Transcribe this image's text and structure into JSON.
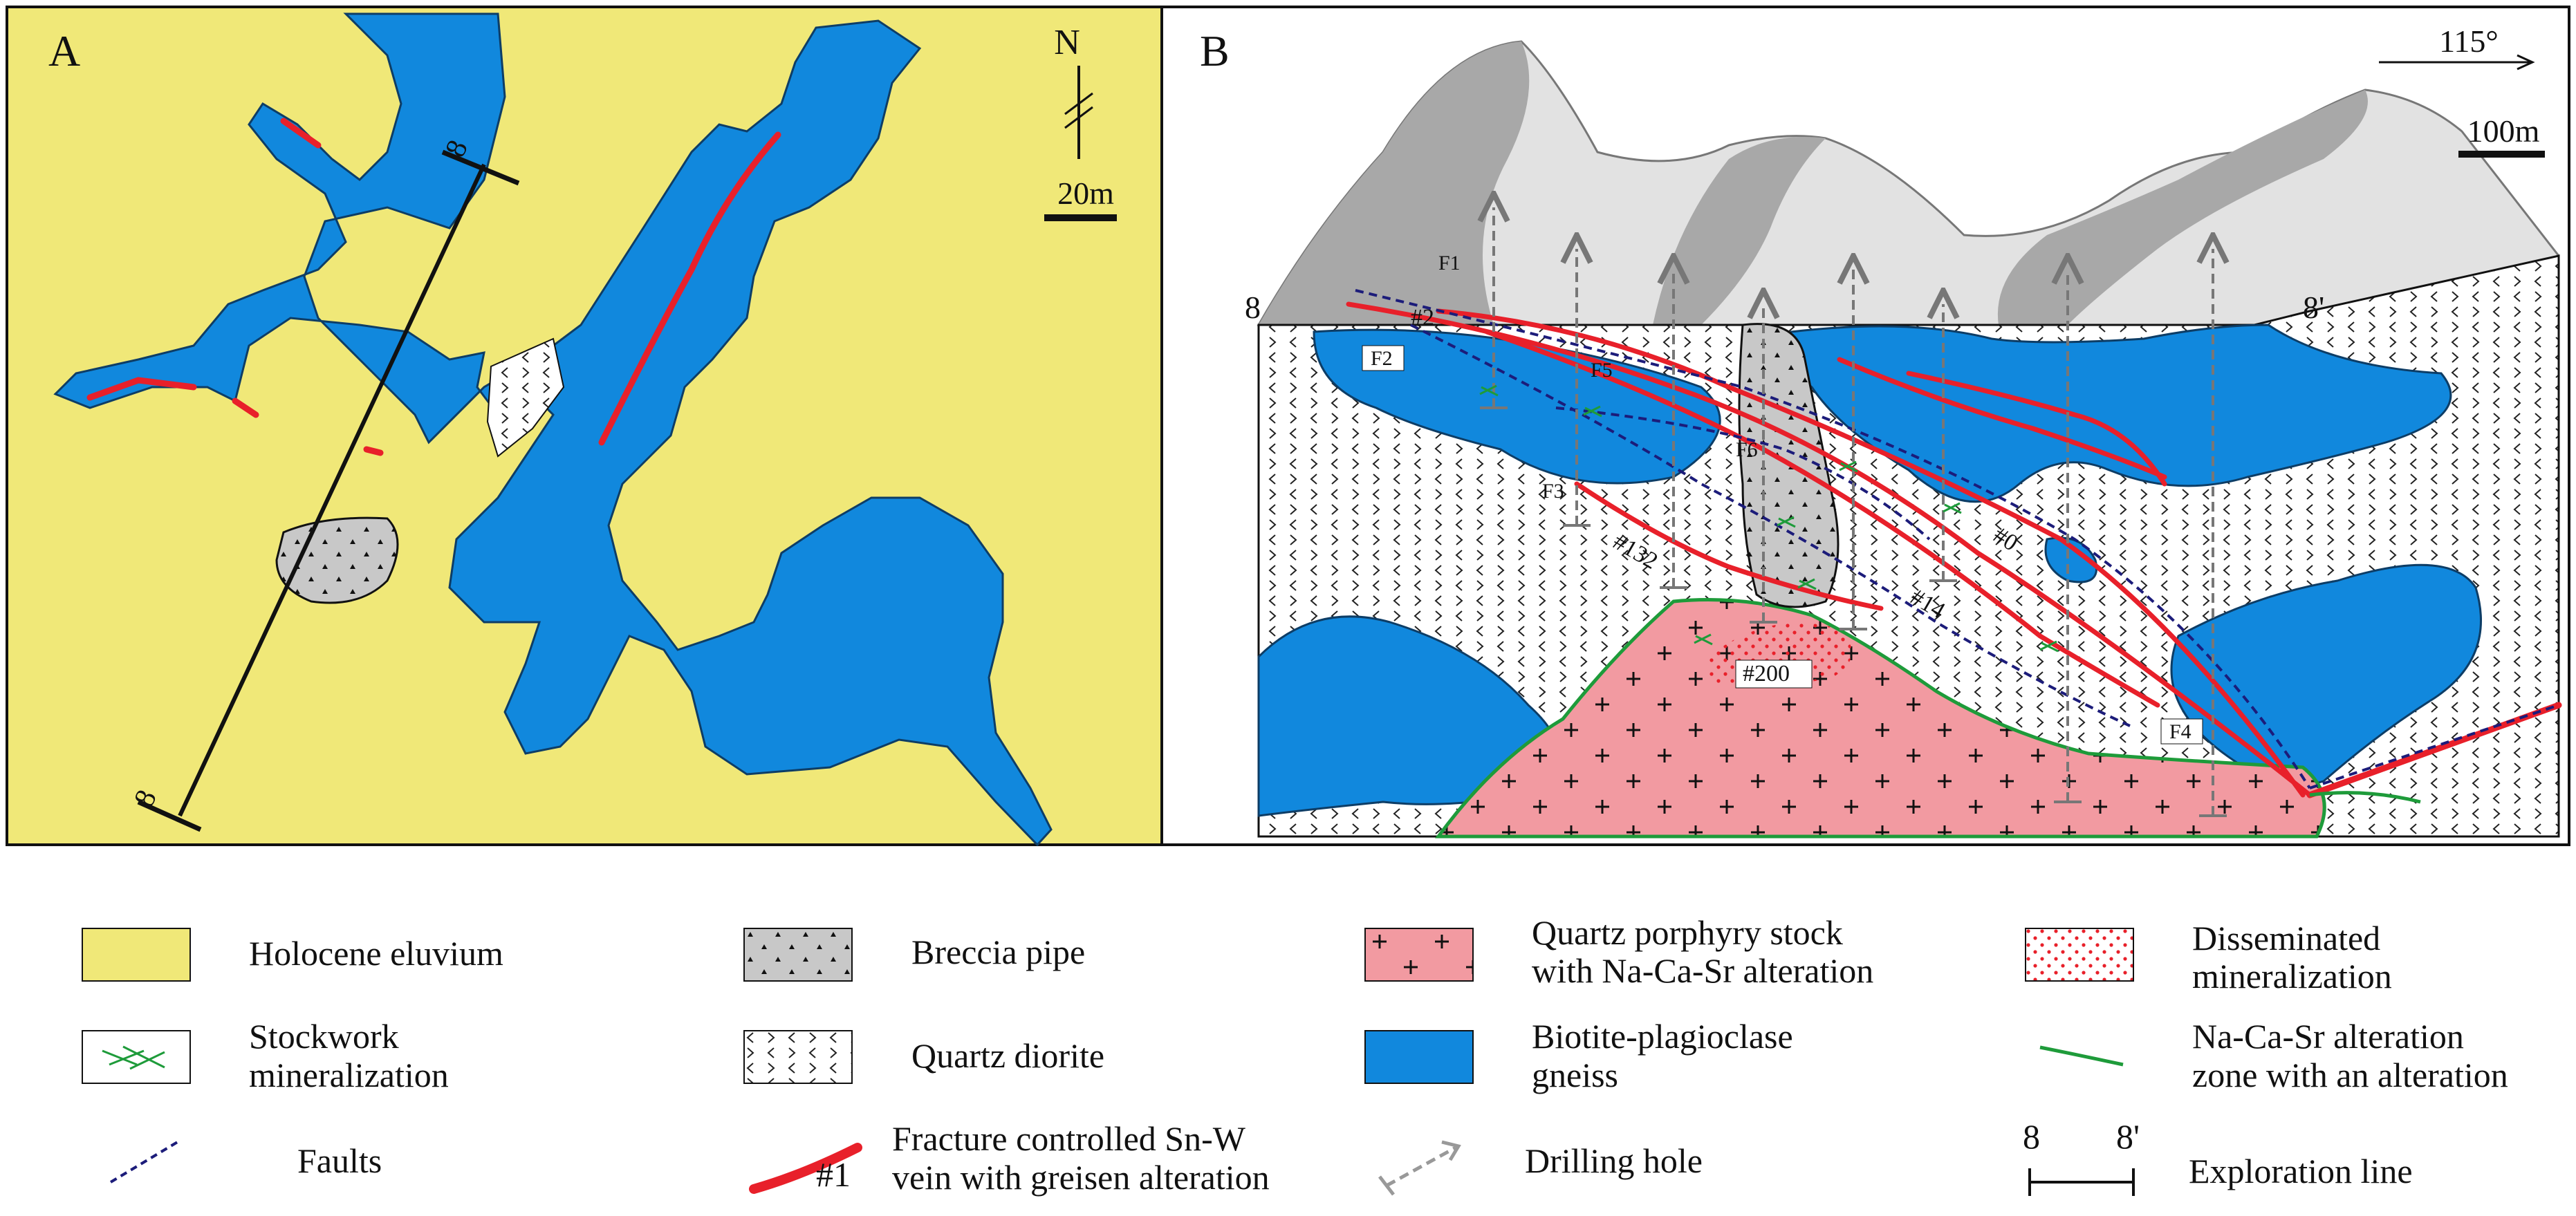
{
  "panels": {
    "a": {
      "label": "A",
      "north": "N",
      "scale": "20m",
      "line_end_1": "8",
      "line_end_2": "8"
    },
    "b": {
      "label": "B",
      "direction": "115°",
      "scale": "100m",
      "section_left": "8",
      "section_right": "8'",
      "faults": [
        "F1",
        "F2",
        "F3",
        "F4",
        "F5",
        "F6"
      ],
      "veins": [
        "#2",
        "#132",
        "#0",
        "#14",
        "#200"
      ]
    }
  },
  "legend": {
    "holocene": "Holocene eluvium",
    "breccia": "Breccia pipe",
    "porphyry_1": "Quartz porphyry stock",
    "porphyry_2": "with Na-Ca-Sr alteration",
    "disseminated_1": "Disseminated",
    "disseminated_2": "mineralization",
    "stockwork_1": "Stockwork",
    "stockwork_2": "mineralization",
    "diorite": "Quartz diorite",
    "gneiss_1": "Biotite-plagioclase",
    "gneiss_2": "gneiss",
    "alteration_1": "Na-Ca-Sr alteration",
    "alteration_2": "zone with an alteration",
    "faults": "Faults",
    "vein_1": "Fracture controlled Sn-W",
    "vein_2": "vein with greisen alteration",
    "vein_sample": "#1",
    "drill": "Drilling hole",
    "explo": "Exploration line",
    "explo_left": "8",
    "explo_right": "8'"
  },
  "colors": {
    "eluvium": "#f0e878",
    "gneiss": "#1188dd",
    "vein": "#e8202a",
    "porphyry": "#f29aa1",
    "breccia": "#c8c8c8",
    "fault": "#1c1c7a",
    "alteration": "#1e9b3a",
    "mountain_light": "#e2e2e2",
    "mountain_dark": "#a8a8a8"
  }
}
